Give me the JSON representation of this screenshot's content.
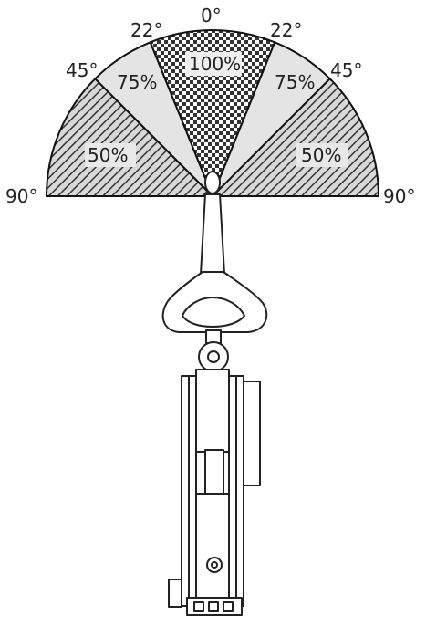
{
  "diagram": {
    "angle_labels": {
      "left_90": "90°",
      "left_45": "45°",
      "left_22": "22°",
      "top_0": "0°",
      "right_22": "22°",
      "right_45": "45°",
      "right_90": "90°"
    },
    "capacity_labels": {
      "center": "100%",
      "left_mid": "75%",
      "right_mid": "75%",
      "left_outer": "50%",
      "right_outer": "50%"
    },
    "zones": [
      {
        "from_deg": -90,
        "to_deg": -45,
        "capacity": "50%"
      },
      {
        "from_deg": -45,
        "to_deg": -22,
        "capacity": "75%"
      },
      {
        "from_deg": -22,
        "to_deg": 22,
        "capacity": "100%"
      },
      {
        "from_deg": 22,
        "to_deg": 45,
        "capacity": "75%"
      },
      {
        "from_deg": 45,
        "to_deg": 90,
        "capacity": "50%"
      }
    ]
  }
}
